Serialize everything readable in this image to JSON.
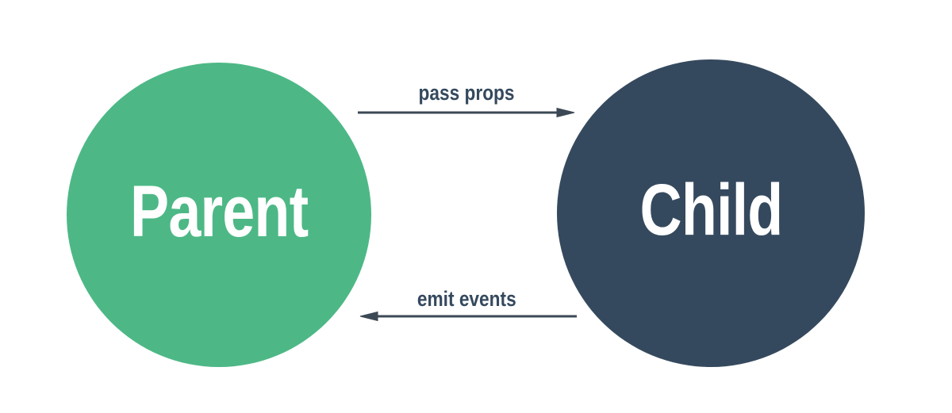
{
  "diagram": {
    "background_color": "#ffffff",
    "nodes": [
      {
        "id": "parent",
        "label": "Parent",
        "shape": "circle",
        "fill_color": "#4db886",
        "text_color": "#ffffff"
      },
      {
        "id": "child",
        "label": "Child",
        "shape": "circle",
        "fill_color": "#35495e",
        "text_color": "#ffffff"
      }
    ],
    "edges": [
      {
        "from": "parent",
        "to": "child",
        "label": "pass props",
        "direction": "right"
      },
      {
        "from": "child",
        "to": "parent",
        "label": "emit events",
        "direction": "left"
      }
    ],
    "colors": {
      "arrow": "#3c4855",
      "edge_label_text": "#35495e"
    }
  }
}
